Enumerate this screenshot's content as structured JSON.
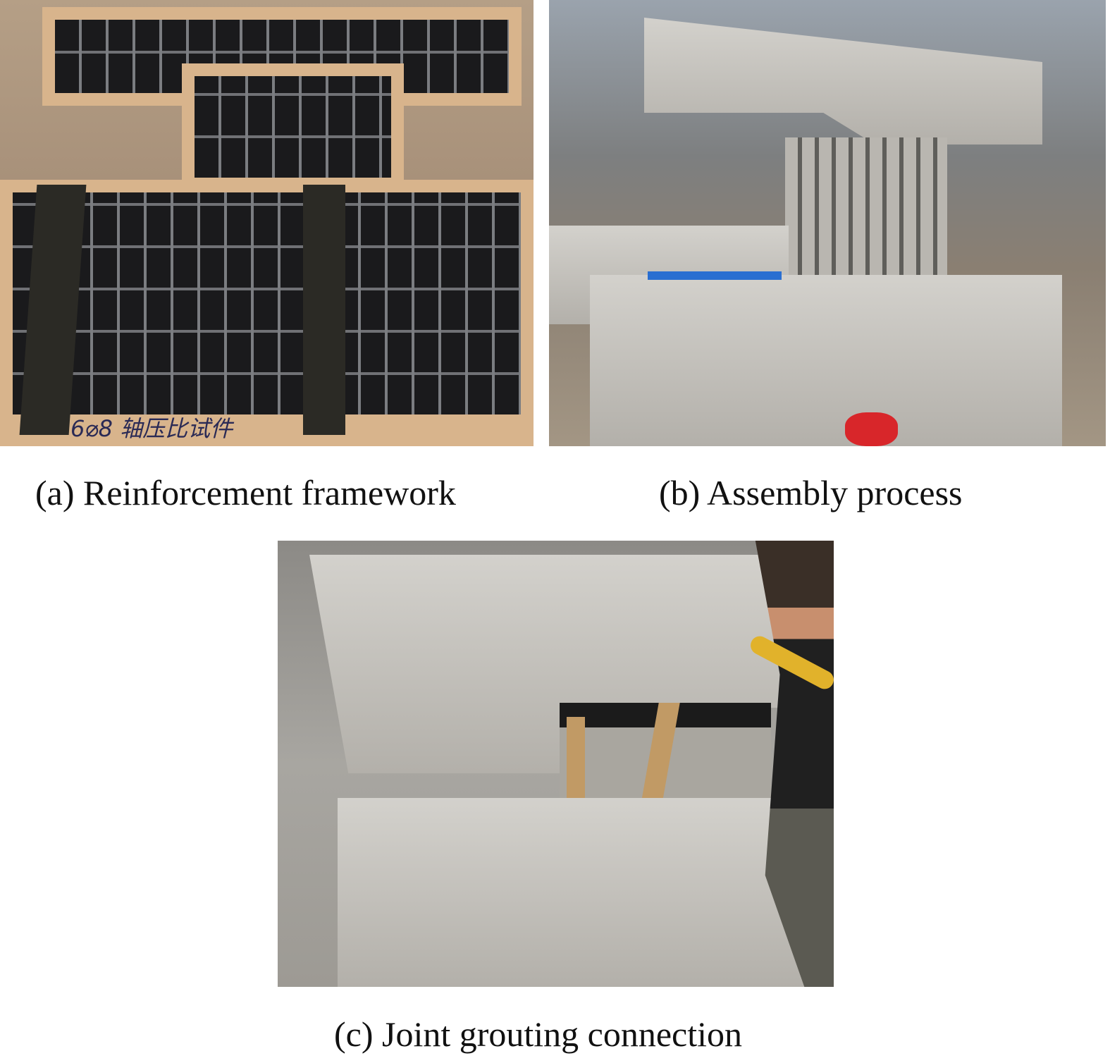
{
  "figure": {
    "panels": [
      {
        "id": "a",
        "caption": "(a) Reinforcement framework",
        "photo_text": "6⌀8  轴压比试件"
      },
      {
        "id": "b",
        "caption": "(b) Assembly process"
      },
      {
        "id": "c",
        "caption": "(c) Joint grouting connection"
      }
    ]
  }
}
